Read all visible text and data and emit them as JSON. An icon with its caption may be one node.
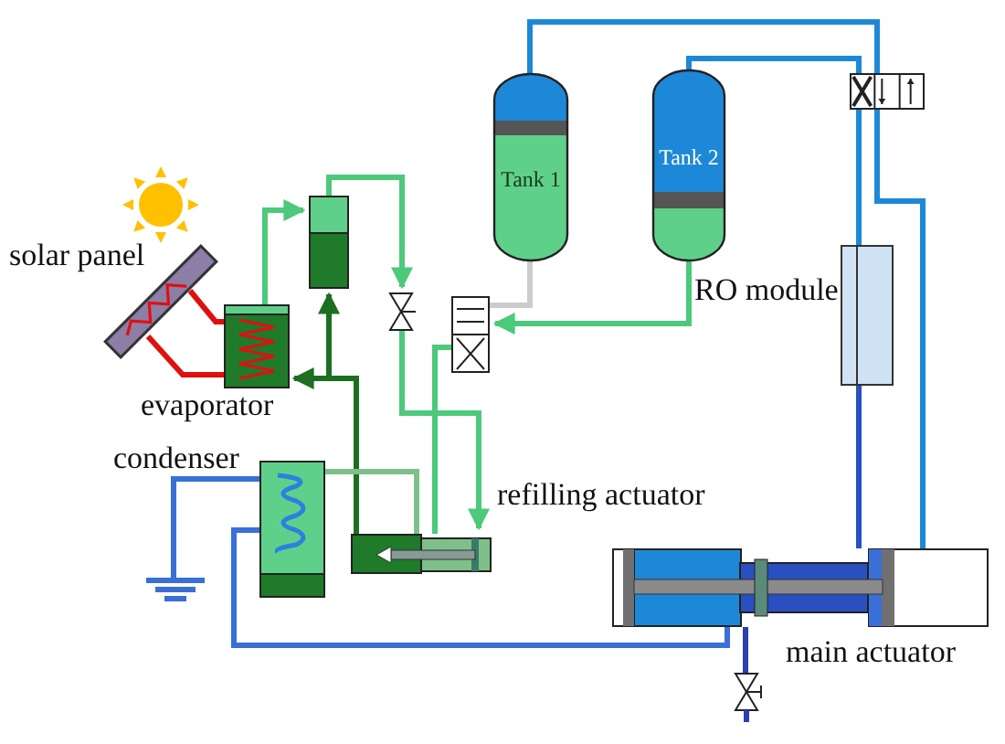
{
  "diagram": {
    "nodes": [
      {
        "text": [
          "solar panel"
        ]
      },
      {
        "text": [
          "evaporator"
        ]
      },
      {
        "text": [],
        "shape": "cylinder"
      },
      {
        "text": [],
        "shape": "valve"
      },
      {
        "text": [],
        "shape": "box"
      },
      {
        "text": [
          "Tank 1"
        ]
      },
      {
        "text": [
          "Tank 2"
        ]
      },
      {
        "text": [],
        "shape": "box"
      },
      {
        "text": [
          "RO module"
        ]
      },
      {
        "text": [
          "condenser"
        ]
      },
      {
        "text": [
          "refilling actuator"
        ]
      },
      {
        "text": [
          "main actuator"
        ]
      },
      {
        "text": [],
        "shape": "valve"
      },
      {
        "text": [],
        "shape": "ground"
      }
    ],
    "edges": [
      {
        "from": 0,
        "to": 1,
        "arrow": "none",
        "color": "#e01010"
      },
      {
        "from": 0,
        "to": 1,
        "arrow": "none",
        "color": "#e01010"
      },
      {
        "from": 1,
        "to": 2,
        "arrow": "to",
        "color": "#4cc97a"
      },
      {
        "from": 2,
        "to": 3,
        "arrow": "to",
        "color": "#4cc97a"
      },
      {
        "from": 3,
        "to": 10,
        "arrow": "to",
        "color": "#4cc97a"
      },
      {
        "from": 6,
        "to": 4,
        "arrow": "to",
        "color": "#4cc97a"
      },
      {
        "from": 5,
        "to": 4,
        "arrow": "none",
        "color": "#cccccc"
      },
      {
        "from": 4,
        "to": 10,
        "arrow": "none",
        "color": "#4cc97a"
      },
      {
        "from": 10,
        "to": 1,
        "arrow": "to",
        "color": "#1e6e22"
      },
      {
        "from": 10,
        "to": 2,
        "arrow": "to",
        "color": "#1e6e22"
      },
      {
        "from": 9,
        "to": 10,
        "arrow": "none",
        "color": "#7fc08a"
      },
      {
        "from": 5,
        "to": 7,
        "arrow": "none",
        "color": "#1e88d8"
      },
      {
        "from": 6,
        "to": 7,
        "arrow": "none",
        "color": "#1e88d8"
      },
      {
        "from": 7,
        "to": 8,
        "arrow": "none",
        "color": "#1e88d8"
      },
      {
        "from": 8,
        "to": 11,
        "arrow": "none",
        "color": "#2a4fc0"
      },
      {
        "from": 7,
        "to": 11,
        "arrow": "none",
        "color": "#1e88d8"
      },
      {
        "from": 9,
        "to": 11,
        "arrow": "none",
        "color": "#3a6fd8"
      },
      {
        "from": 9,
        "to": 13,
        "arrow": "none",
        "color": "#3a6fd8"
      },
      {
        "from": 11,
        "to": 12,
        "arrow": "none",
        "color": "#2a3fb0"
      }
    ]
  }
}
